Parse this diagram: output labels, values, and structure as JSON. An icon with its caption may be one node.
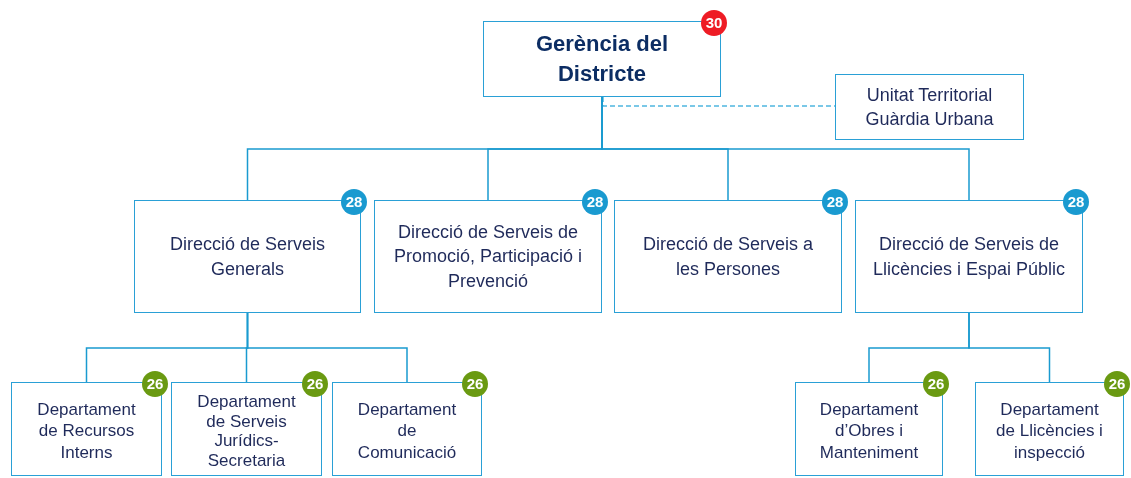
{
  "diagram": {
    "nodes": [
      {
        "text": [
          "Gerència del Districte",
          "30"
        ]
      },
      {
        "text": [
          "Unitat Territorial Guàrdia Urbana"
        ]
      },
      {
        "text": [
          "Direcció de Serveis Generals",
          "28"
        ]
      },
      {
        "text": [
          "Direcció de Serveis de Promoció, Participació i Prevenció",
          "28"
        ]
      },
      {
        "text": [
          "Direcció de Serveis a les Persones",
          "28"
        ]
      },
      {
        "text": [
          "Direcció de Serveis de Llicències i Espai Públic",
          "28"
        ]
      },
      {
        "text": [
          "Departament de Recursos Interns",
          "26"
        ]
      },
      {
        "text": [
          "Departament de Serveis Jurídics-Secretaria",
          "26"
        ]
      },
      {
        "text": [
          "Departament de Comunicació",
          "26"
        ]
      },
      {
        "text": [
          "Departament d’Obres i Manteniment",
          "26"
        ]
      },
      {
        "text": [
          "Departament de Llicències i inspecció",
          "26"
        ]
      }
    ],
    "edges": [
      {
        "from": 0,
        "to": 1,
        "arrow": "none",
        "style": "dashed"
      },
      {
        "from": 0,
        "to": 2,
        "arrow": "none"
      },
      {
        "from": 0,
        "to": 3,
        "arrow": "none"
      },
      {
        "from": 0,
        "to": 4,
        "arrow": "none"
      },
      {
        "from": 0,
        "to": 5,
        "arrow": "none"
      },
      {
        "from": 2,
        "to": 6,
        "arrow": "none"
      },
      {
        "from": 2,
        "to": 7,
        "arrow": "none"
      },
      {
        "from": 2,
        "to": 8,
        "arrow": "none"
      },
      {
        "from": 5,
        "to": 9,
        "arrow": "none"
      },
      {
        "from": 5,
        "to": 10,
        "arrow": "none"
      }
    ]
  }
}
